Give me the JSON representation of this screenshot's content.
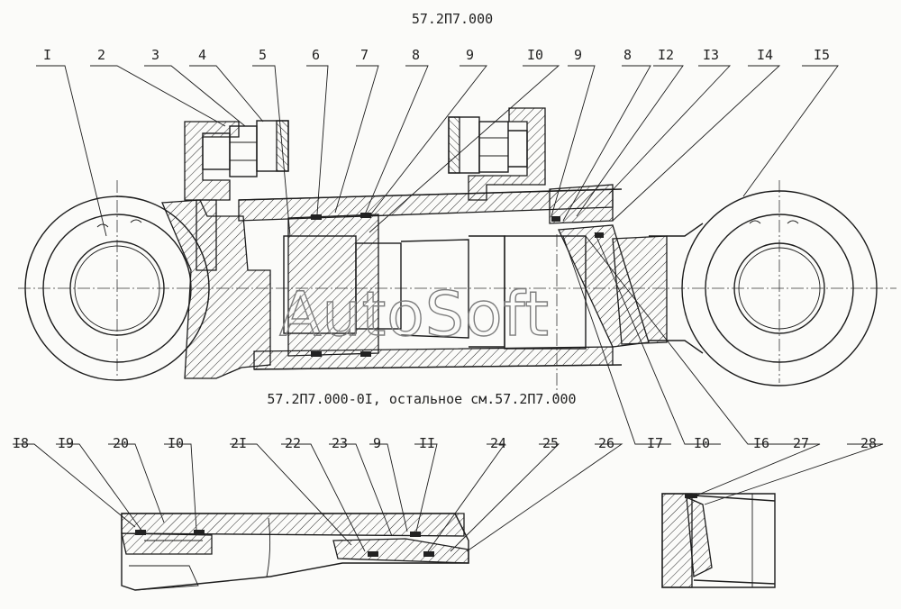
{
  "drawing_number": "57.2П7.000",
  "variant_note": "57.2П7.000-0I, остальное см.57.2П7.000",
  "watermark": "AutoSoft",
  "main_view_labels": [
    "I",
    "2",
    "3",
    "4",
    "5",
    "6",
    "7",
    "8",
    "9",
    "I0",
    "9",
    "8",
    "I2",
    "I3",
    "I4",
    "I5",
    "I6",
    "I0",
    "I7"
  ],
  "variant_view_labels": [
    "I8",
    "I9",
    "20",
    "I0",
    "2I",
    "22",
    "23",
    "9",
    "II",
    "24",
    "25",
    "26"
  ],
  "detail_view_labels": [
    "27",
    "28"
  ]
}
